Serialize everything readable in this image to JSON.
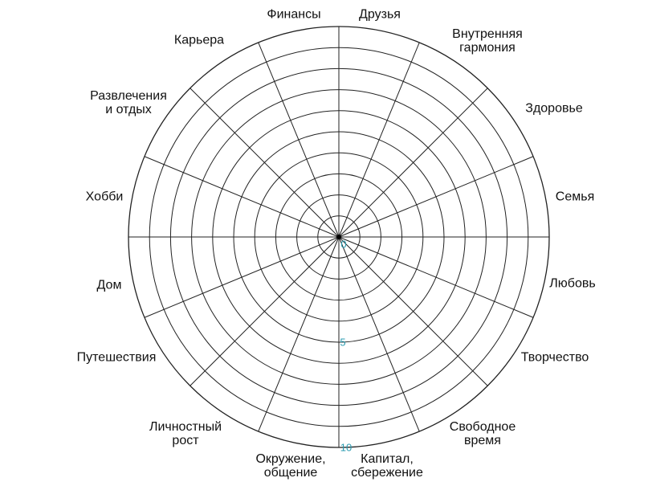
{
  "sectors": [
    {
      "label": "Друзья"
    },
    {
      "label": "Внутренняя\nгармония"
    },
    {
      "label": "Здоровье"
    },
    {
      "label": "Семья"
    },
    {
      "label": "Любовь"
    },
    {
      "label": "Творчество"
    },
    {
      "label": "Свободное\nвремя"
    },
    {
      "label": "Капитал,\nсбережение"
    },
    {
      "label": "Окружение,\nобщение"
    },
    {
      "label": "Личностный\nрост"
    },
    {
      "label": "Путешествия"
    },
    {
      "label": "Дом"
    },
    {
      "label": "Хобби"
    },
    {
      "label": "Развлечения\nи отдых"
    },
    {
      "label": "Карьера"
    },
    {
      "label": "Финансы"
    }
  ],
  "scale": {
    "min": "0",
    "mid": "5",
    "max": "10",
    "rings": 10,
    "color": "#2a9bb0"
  },
  "line_color": "#222222"
}
